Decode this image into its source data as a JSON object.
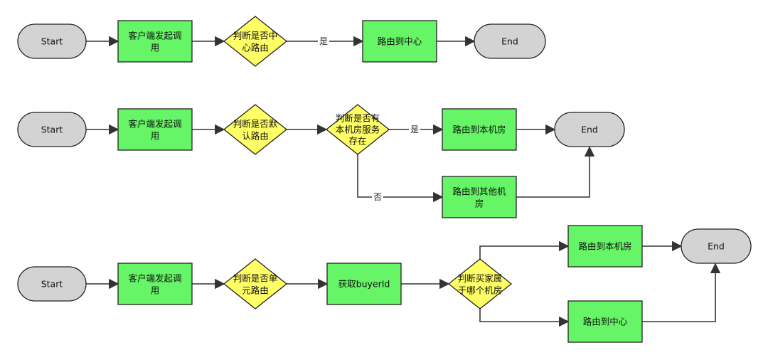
{
  "colors": {
    "terminal_fill": "#d3d3d3",
    "process_fill": "#66f566",
    "decision_fill": "#ffff66",
    "stroke": "#222222",
    "edge": "#333333"
  },
  "flows": [
    {
      "nodes": {
        "start": [
          "Start"
        ],
        "client_call": [
          "客户端发起调",
          "用"
        ],
        "is_center": [
          "判断是否中",
          "心路由"
        ],
        "to_center": [
          "路由到中心"
        ],
        "end": [
          "End"
        ]
      },
      "edge_labels": {
        "yes": "是"
      }
    },
    {
      "nodes": {
        "start": [
          "Start"
        ],
        "client_call": [
          "客户端发起调",
          "用"
        ],
        "is_default": [
          "判断是否默",
          "认路由"
        ],
        "has_local_service": [
          "判断是否有",
          "本机房服务",
          "存在"
        ],
        "to_local": [
          "路由到本机房"
        ],
        "to_other": [
          "路由到其他机",
          "房"
        ],
        "end": [
          "End"
        ]
      },
      "edge_labels": {
        "yes": "是",
        "no": "否"
      }
    },
    {
      "nodes": {
        "start": [
          "Start"
        ],
        "client_call": [
          "客户端发起调",
          "用"
        ],
        "is_unit": [
          "判断是否单",
          "元路由"
        ],
        "get_buyer": [
          "获取buyerId"
        ],
        "buyer_room": [
          "判断买家属",
          "于哪个机房"
        ],
        "to_local": [
          "路由到本机房"
        ],
        "to_center": [
          "路由到中心"
        ],
        "end": [
          "End"
        ]
      }
    }
  ]
}
